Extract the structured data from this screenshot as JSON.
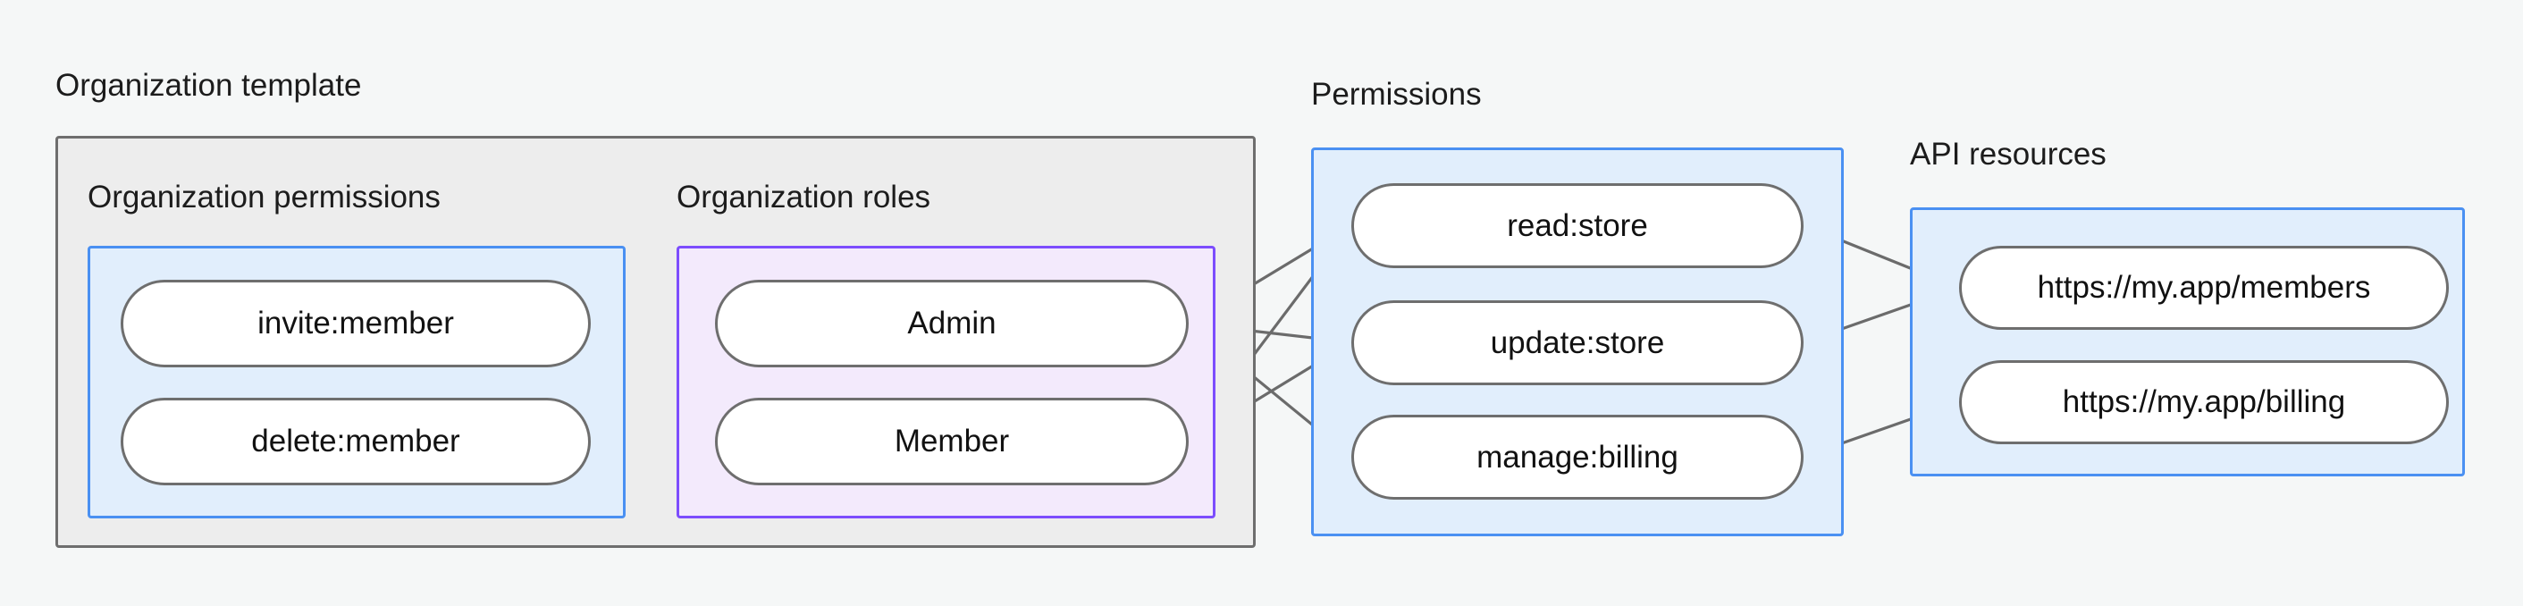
{
  "diagram": {
    "type": "authorization-model-graph",
    "background_color": "#f5f7f7",
    "edge_color": "#6b6b6b"
  },
  "groups": {
    "organization_template": {
      "label": "Organization template",
      "border_color": "#6e6e6e",
      "fill_color": "#ededed",
      "subgroups": {
        "organization_permissions": {
          "label": "Organization permissions",
          "border_color": "#4a90f2",
          "fill_color": "#e1eefc",
          "nodes": [
            {
              "id": "invite-member",
              "label": "invite:member"
            },
            {
              "id": "delete-member",
              "label": "delete:member"
            }
          ]
        },
        "organization_roles": {
          "label": "Organization roles",
          "border_color": "#7c4dfd",
          "fill_color": "#f3eafc",
          "nodes": [
            {
              "id": "admin",
              "label": "Admin"
            },
            {
              "id": "member",
              "label": "Member"
            }
          ]
        }
      }
    },
    "permissions": {
      "label": "Permissions",
      "border_color": "#4a90f2",
      "fill_color": "#e1eefc",
      "nodes": [
        {
          "id": "read-store",
          "label": "read:store"
        },
        {
          "id": "update-store",
          "label": "update:store"
        },
        {
          "id": "manage-billing",
          "label": "manage:billing"
        }
      ]
    },
    "api_resources": {
      "label": "API resources",
      "border_color": "#4a90f2",
      "fill_color": "#e1eefc",
      "nodes": [
        {
          "id": "api-members",
          "label": "https://my.app/members"
        },
        {
          "id": "api-billing",
          "label": "https://my.app/billing"
        }
      ]
    }
  },
  "edges": [
    {
      "from": "invite-member",
      "to": "admin"
    },
    {
      "from": "invite-member",
      "to": "member"
    },
    {
      "from": "delete-member",
      "to": "member"
    },
    {
      "from": "admin",
      "to": "read-store"
    },
    {
      "from": "admin",
      "to": "update-store"
    },
    {
      "from": "admin",
      "to": "manage-billing"
    },
    {
      "from": "member",
      "to": "read-store"
    },
    {
      "from": "member",
      "to": "update-store"
    },
    {
      "from": "read-store",
      "to": "api-members"
    },
    {
      "from": "update-store",
      "to": "api-members"
    },
    {
      "from": "manage-billing",
      "to": "api-billing"
    }
  ]
}
